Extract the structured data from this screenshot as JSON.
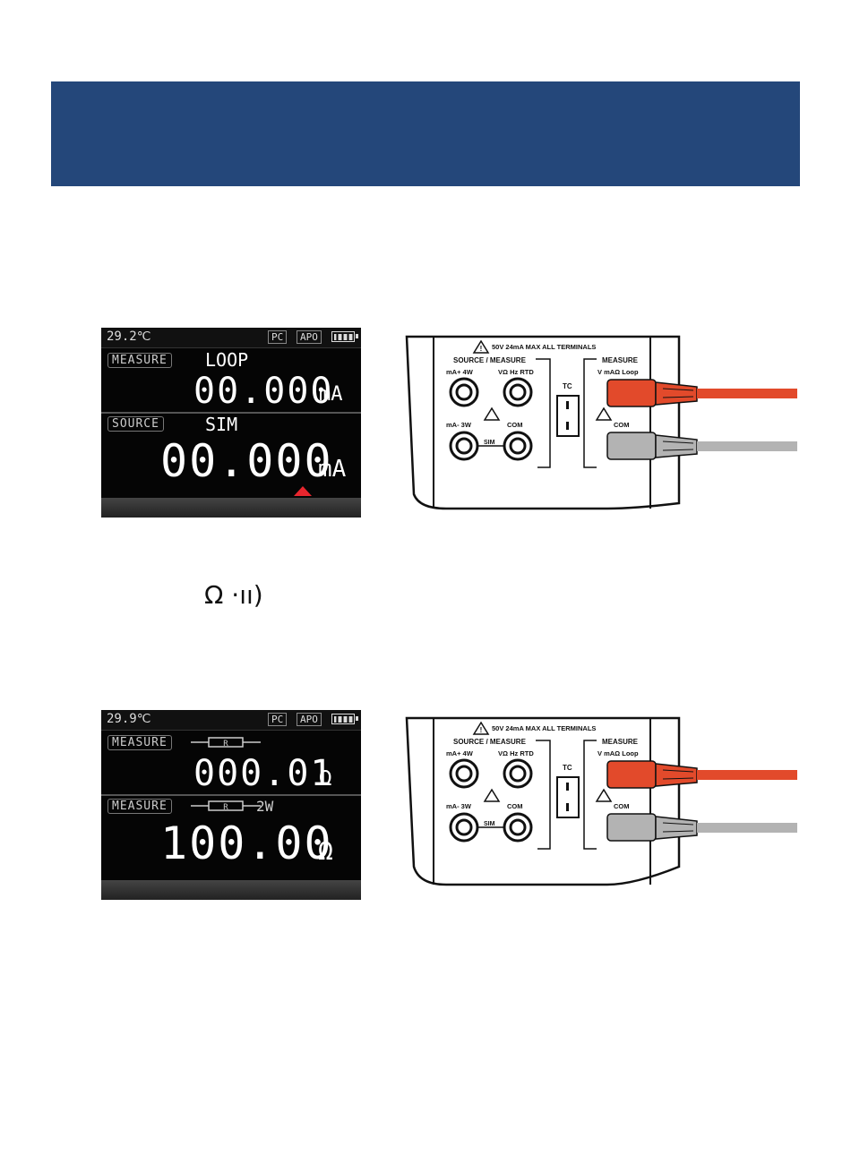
{
  "icons": {
    "ohm_continuity": "ohm-continuity-icon",
    "warning": "warning-triangle-icon",
    "resistor": "resistor-icon",
    "battery": "battery-icon"
  },
  "colors": {
    "banner": "#24477a",
    "lead_red": "#e24a2b",
    "lead_gray": "#b3b3b3",
    "cursor": "#e8262e"
  },
  "section1": {
    "display": {
      "temperature": "29.2℃",
      "pc_tag": "PC",
      "apo_tag": "APO",
      "upper_mode": "MEASURE",
      "upper_function": "LOOP",
      "upper_value": "00.000",
      "upper_unit": "mA",
      "lower_mode": "SOURCE",
      "lower_function": "SIM",
      "lower_value": "00.000",
      "lower_unit": "mA"
    }
  },
  "ohm_symbol": "Ω ·ıı)",
  "section2": {
    "display": {
      "temperature": "29.9℃",
      "pc_tag": "PC",
      "apo_tag": "APO",
      "upper_mode": "MEASURE",
      "upper_resistor": "R",
      "upper_value": "000.01",
      "upper_unit": "Ω",
      "lower_mode": "MEASURE",
      "lower_resistor": "R",
      "lower_wire": "2W",
      "lower_value": "100.00",
      "lower_unit": "Ω"
    }
  },
  "terminals": {
    "warning": "50V 24mA MAX ALL TERMINALS",
    "source_measure": "SOURCE / MEASURE",
    "ma_plus": "mA+ 4W",
    "v_ohm_hz_rtd": "VΩ Hz RTD",
    "ma_minus": "mA-  3W",
    "com_left": "COM",
    "sim": "SIM",
    "tc": "TC",
    "measure": "MEASURE",
    "v_ma_ohm_loop": "V mAΩ Loop",
    "com_right": "COM"
  }
}
